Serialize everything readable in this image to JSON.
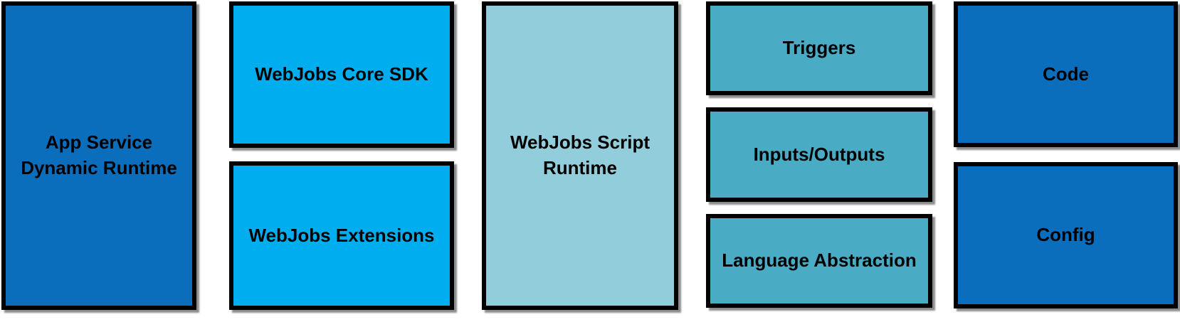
{
  "diagram": {
    "background_color": "#FFFFFF",
    "border_color": "#000000",
    "text_color": "#000000",
    "shadow_color": "rgba(0,0,0,0.45)",
    "colors": {
      "dark_blue": "#0A6EBD",
      "bright_blue": "#00AEEF",
      "light_blue": "#92CDDC",
      "teal": "#4AABC5"
    },
    "boxes": {
      "app_service": {
        "label": "App Service\nDynamic Runtime",
        "color": "#0A6EBD"
      },
      "core_sdk": {
        "label": "WebJobs Core SDK",
        "color": "#00AEEF"
      },
      "extensions": {
        "label": "WebJobs Extensions",
        "color": "#00AEEF"
      },
      "script_runtime": {
        "label": "WebJobs Script\nRuntime",
        "color": "#92CDDC"
      },
      "triggers": {
        "label": "Triggers",
        "color": "#4AABC5"
      },
      "inputs_outputs": {
        "label": "Inputs/Outputs",
        "color": "#4AABC5"
      },
      "language_abstraction": {
        "label": "Language Abstraction",
        "color": "#4AABC5"
      },
      "code": {
        "label": "Code",
        "color": "#0A6EBD"
      },
      "config": {
        "label": "Config",
        "color": "#0A6EBD"
      }
    }
  }
}
